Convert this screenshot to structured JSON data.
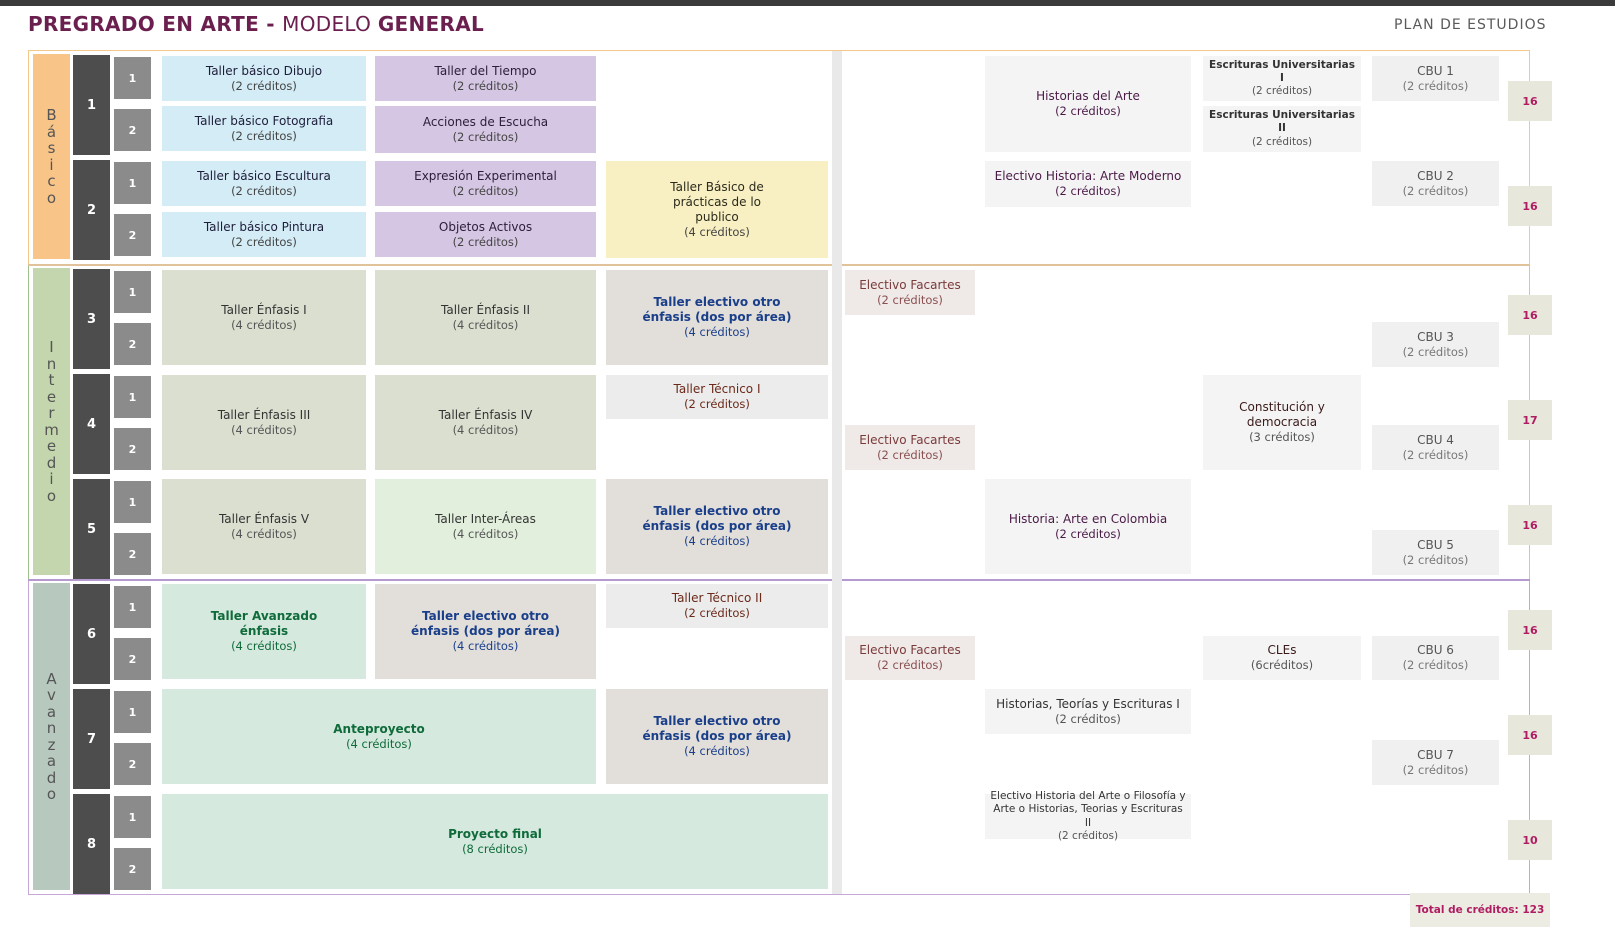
{
  "header": {
    "title_part1": "PREGRADO EN ARTE - ",
    "title_part2": "MODELO ",
    "title_part3": "GENERAL",
    "plan": "PLAN DE ESTUDIOS"
  },
  "levels": {
    "basico": [
      "B",
      "á",
      "s",
      "i",
      "c",
      "o"
    ],
    "intermedio": [
      "I",
      "n",
      "t",
      "e",
      "r",
      "m",
      "e",
      "d",
      "i",
      "o"
    ],
    "avanzado": [
      "A",
      "v",
      "a",
      "n",
      "z",
      "a",
      "d",
      "o"
    ]
  },
  "semesters": [
    "1",
    "2",
    "3",
    "4",
    "5",
    "6",
    "7",
    "8"
  ],
  "subperiods": [
    "1",
    "2"
  ],
  "courses": {
    "dibujo": {
      "name": "Taller básico Dibujo",
      "credits": "(2 créditos)"
    },
    "fotografia": {
      "name": "Taller básico Fotografia",
      "credits": "(2 créditos)"
    },
    "escultura": {
      "name": "Taller básico Escultura",
      "credits": "(2 créditos)"
    },
    "pintura": {
      "name": "Taller básico Pintura",
      "credits": "(2 créditos)"
    },
    "tiempo": {
      "name": "Taller del Tiempo",
      "credits": "(2 créditos)"
    },
    "escucha": {
      "name": "Acciones de Escucha",
      "credits": "(2 créditos)"
    },
    "expresion": {
      "name": "Expresión Experimental",
      "credits": "(2 créditos)"
    },
    "objetos": {
      "name": "Objetos Activos",
      "credits": "(2 créditos)"
    },
    "practicas": {
      "name": "Taller Básico de prácticas de lo publico",
      "credits": "(4 créditos)"
    },
    "enfasis1": {
      "name": "Taller Énfasis I",
      "credits": "(4 créditos)"
    },
    "enfasis2": {
      "name": "Taller Énfasis II",
      "credits": "(4 créditos)"
    },
    "enfasis3": {
      "name": "Taller Énfasis III",
      "credits": "(4 créditos)"
    },
    "enfasis4": {
      "name": "Taller Énfasis IV",
      "credits": "(4 créditos)"
    },
    "enfasis5": {
      "name": "Taller Énfasis V",
      "credits": "(4 créditos)"
    },
    "interareas": {
      "name": "Taller Inter-Áreas",
      "credits": "(4 créditos)"
    },
    "electivo_otro": {
      "name": "Taller electivo otro énfasis (dos por área)",
      "credits": "(4 créditos)"
    },
    "tecnico1": {
      "name": "Taller Técnico I",
      "credits": "(2 créditos)"
    },
    "tecnico2": {
      "name": "Taller Técnico II",
      "credits": "(2 créditos)"
    },
    "avanzado": {
      "name": "Taller Avanzado énfasis",
      "credits": "(4 créditos)"
    },
    "anteproyecto": {
      "name": "Anteproyecto",
      "credits": "(4 créditos)"
    },
    "proyecto": {
      "name": "Proyecto final",
      "credits": "(8 créditos)"
    },
    "facartes": {
      "name": "Electivo Facartes",
      "credits": "(2 créditos)"
    },
    "historias_arte": {
      "name": "Historias del Arte",
      "credits": "(2 créditos)"
    },
    "moderno": {
      "name": "Electivo Historia: Arte Moderno",
      "credits": "(2 créditos)"
    },
    "colombia": {
      "name": "Historia: Arte en Colombia",
      "credits": "(2 créditos)"
    },
    "teorias1": {
      "name": "Historias, Teorías y Escrituras I",
      "credits": "(2 créditos)"
    },
    "electivo_hist": {
      "name": "Electivo Historia del Arte o Filosofía y Arte o Historias, Teorias y Escrituras II",
      "credits": "(2 créditos)"
    },
    "escrituras1": {
      "name": "Escrituras Universitarias I",
      "credits": "(2 créditos)"
    },
    "escrituras2": {
      "name": "Escrituras Universitarias II",
      "credits": "(2 créditos)"
    },
    "constitucion": {
      "name": "Constitución y democracia",
      "credits": "(3 créditos)"
    },
    "cles": {
      "name": "CLEs",
      "credits": "(6créditos)"
    },
    "cbu1": {
      "name": "CBU 1",
      "credits": "(2 créditos)"
    },
    "cbu2": {
      "name": "CBU 2",
      "credits": "(2 créditos)"
    },
    "cbu3": {
      "name": "CBU 3",
      "credits": "(2 créditos)"
    },
    "cbu4": {
      "name": "CBU 4",
      "credits": "(2 créditos)"
    },
    "cbu5": {
      "name": "CBU 5",
      "credits": "(2 créditos)"
    },
    "cbu6": {
      "name": "CBU 6",
      "credits": "(2 créditos)"
    },
    "cbu7": {
      "name": "CBU 7",
      "credits": "(2 créditos)"
    }
  },
  "semester_credits": [
    "16",
    "16",
    "16",
    "17",
    "16",
    "16",
    "16",
    "10"
  ],
  "total": "Total de créditos: 123",
  "colors": {
    "title": "#6a1f4e",
    "basico": "#f9c488",
    "intermedio": "#c3d6ad",
    "avanzado": "#b7c8bf",
    "taller_basico": "#d4ecf5",
    "taller_purple": "#d5c6e3",
    "yellow": "#f8efc3",
    "enfasis": "#dbdfd0",
    "electivo": "#e2deda",
    "verde": "#d6e9df",
    "credit_text": "#b01c62"
  }
}
